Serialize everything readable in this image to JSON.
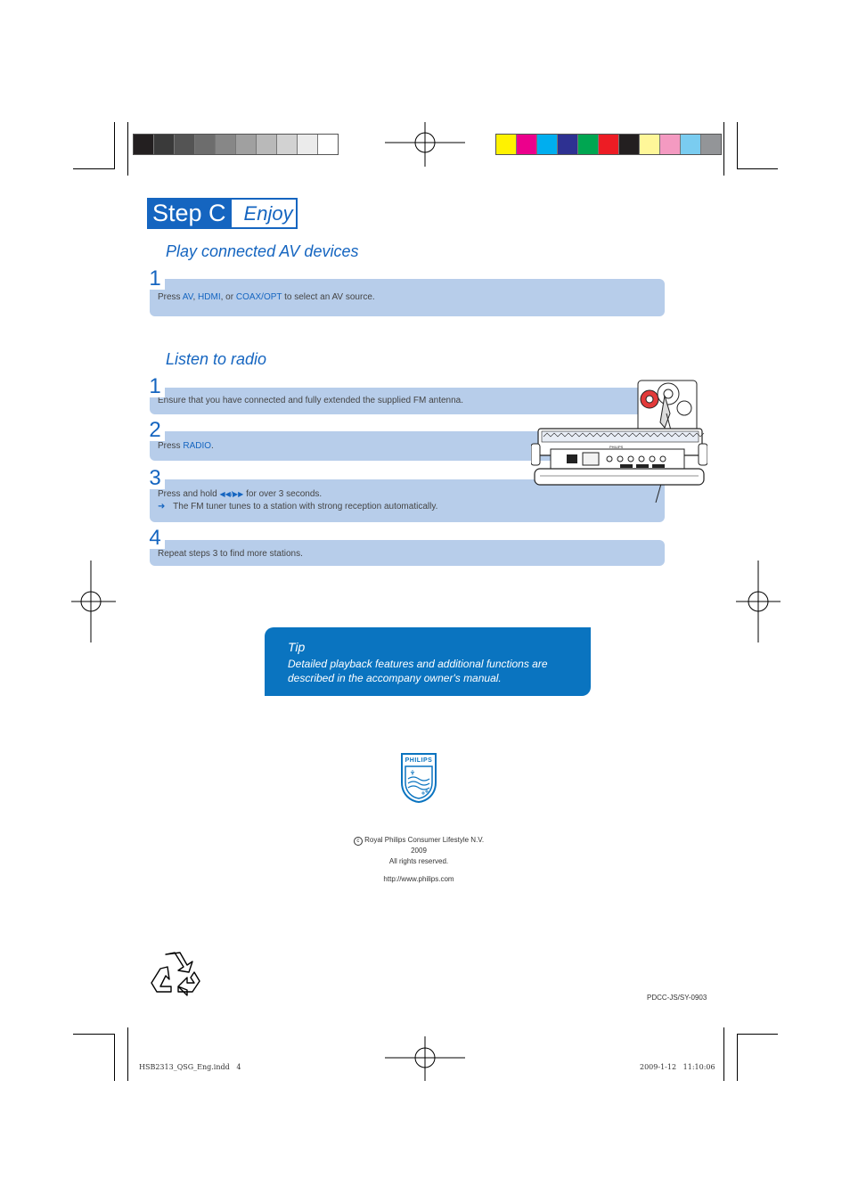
{
  "header": {
    "step_label": "Step C",
    "step_title": "Enjoy"
  },
  "section_av": {
    "title": "Play connected AV devices",
    "steps": [
      {
        "number": "1",
        "prefix": "Press ",
        "av": "AV",
        "sep1": ", ",
        "hdmi": "HDMI",
        "sep2": ", or ",
        "coax": "COAX/OPT",
        "suffix": " to select an AV source."
      }
    ]
  },
  "section_radio": {
    "title": "Listen to radio",
    "steps": [
      {
        "number": "1",
        "text": "Ensure that you have connected and fully extended the supplied FM antenna."
      },
      {
        "number": "2",
        "prefix": "Press ",
        "key": "RADIO",
        "suffix": "."
      },
      {
        "number": "3",
        "prefix": "Press and hold ",
        "key": "◀◀/▶▶",
        "suffix": " for over 3 seconds.",
        "result_arrow": "➜",
        "result": "The FM tuner tunes to a station with strong reception automatically."
      },
      {
        "number": "4",
        "text": "Repeat steps 3 to find more stations."
      }
    ]
  },
  "tip": {
    "title": "Tip",
    "text": "Detailed playback features and additional functions are described in the accompany owner's manual."
  },
  "logo": {
    "brand": "PHILIPS",
    "icon": "philips-shield-icon"
  },
  "copyright": {
    "symbol": "c",
    "line1": "Royal Philips Consumer Lifestyle N.V.",
    "line2": "2009",
    "line3": "All rights reserved.",
    "url": "http://www.philips.com"
  },
  "doc_code": "PDCC-JS/SY-0903",
  "footer": {
    "file": "HSB2313_QSG_Eng.indd   4",
    "datetime": "2009-1-12   11:10:06"
  },
  "device_label": "PHILIPS",
  "colors": {
    "accent": "#1565c0",
    "bar": "#b7cdea",
    "tip": "#0a74c0",
    "gray_swatches": [
      "#231f20",
      "#3a3a3a",
      "#545454",
      "#6d6d6d",
      "#878787",
      "#a0a0a0",
      "#b9b9b9",
      "#d2d2d2",
      "#ebebeb",
      "#ffffff"
    ],
    "color_swatches": [
      "#fff200",
      "#ec008c",
      "#00aeef",
      "#2e3192",
      "#00a651",
      "#ed1c24",
      "#231f20",
      "#fff799",
      "#f49ac1",
      "#7accf0",
      "#939598"
    ]
  }
}
